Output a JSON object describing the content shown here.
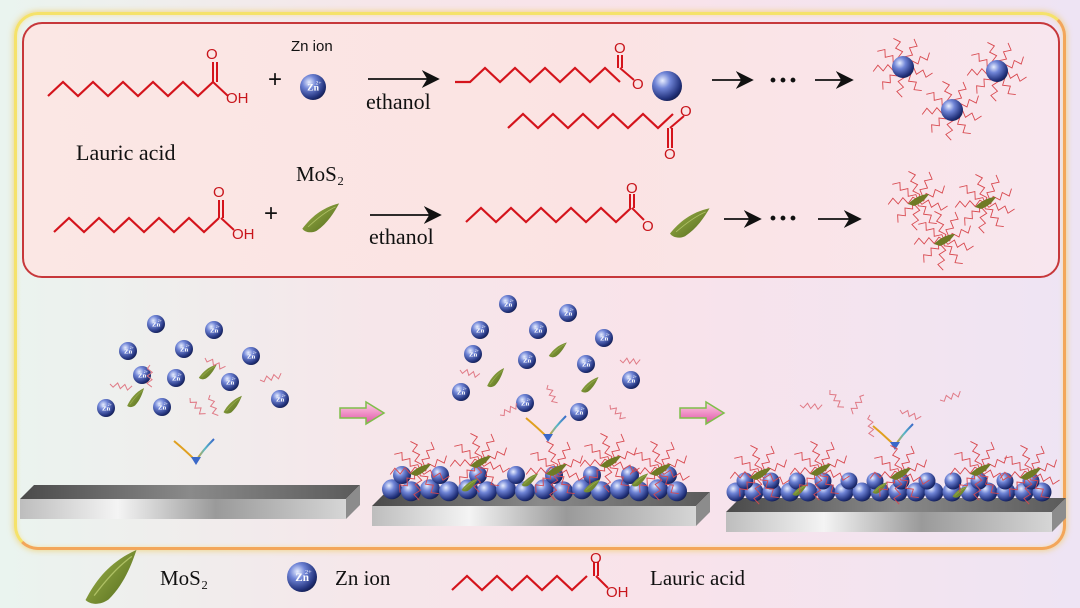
{
  "reaction_top": {
    "reagent_label": "Zn ion",
    "solvent": "ethanol",
    "plus": "+",
    "ion_symbol": "Zn",
    "ion_charge": "2+",
    "ellipsis": "···"
  },
  "reaction_bottom": {
    "reagent_label": "MoS₂",
    "solvent": "ethanol",
    "plus": "+",
    "ellipsis": "···"
  },
  "lauric_acid_label": "Lauric acid",
  "chem_atoms": {
    "O": "O",
    "OH": "OH"
  },
  "legend": {
    "mos2": "MoS₂",
    "zn": "Zn ion",
    "lauric": "Lauric acid"
  },
  "colors": {
    "chain": "#d4141c",
    "sphere_dark": "#1c2a6e",
    "sphere_light": "#b9c6f2",
    "mos2": "#6f8a2c",
    "frame_outer": "#f2b04a",
    "frame_inner": "#c7383b"
  },
  "icons": [
    "zn-sphere-icon",
    "mos2-flake-icon",
    "arrow-right-icon",
    "pink-arrow-icon",
    "substrate-plate-icon"
  ]
}
